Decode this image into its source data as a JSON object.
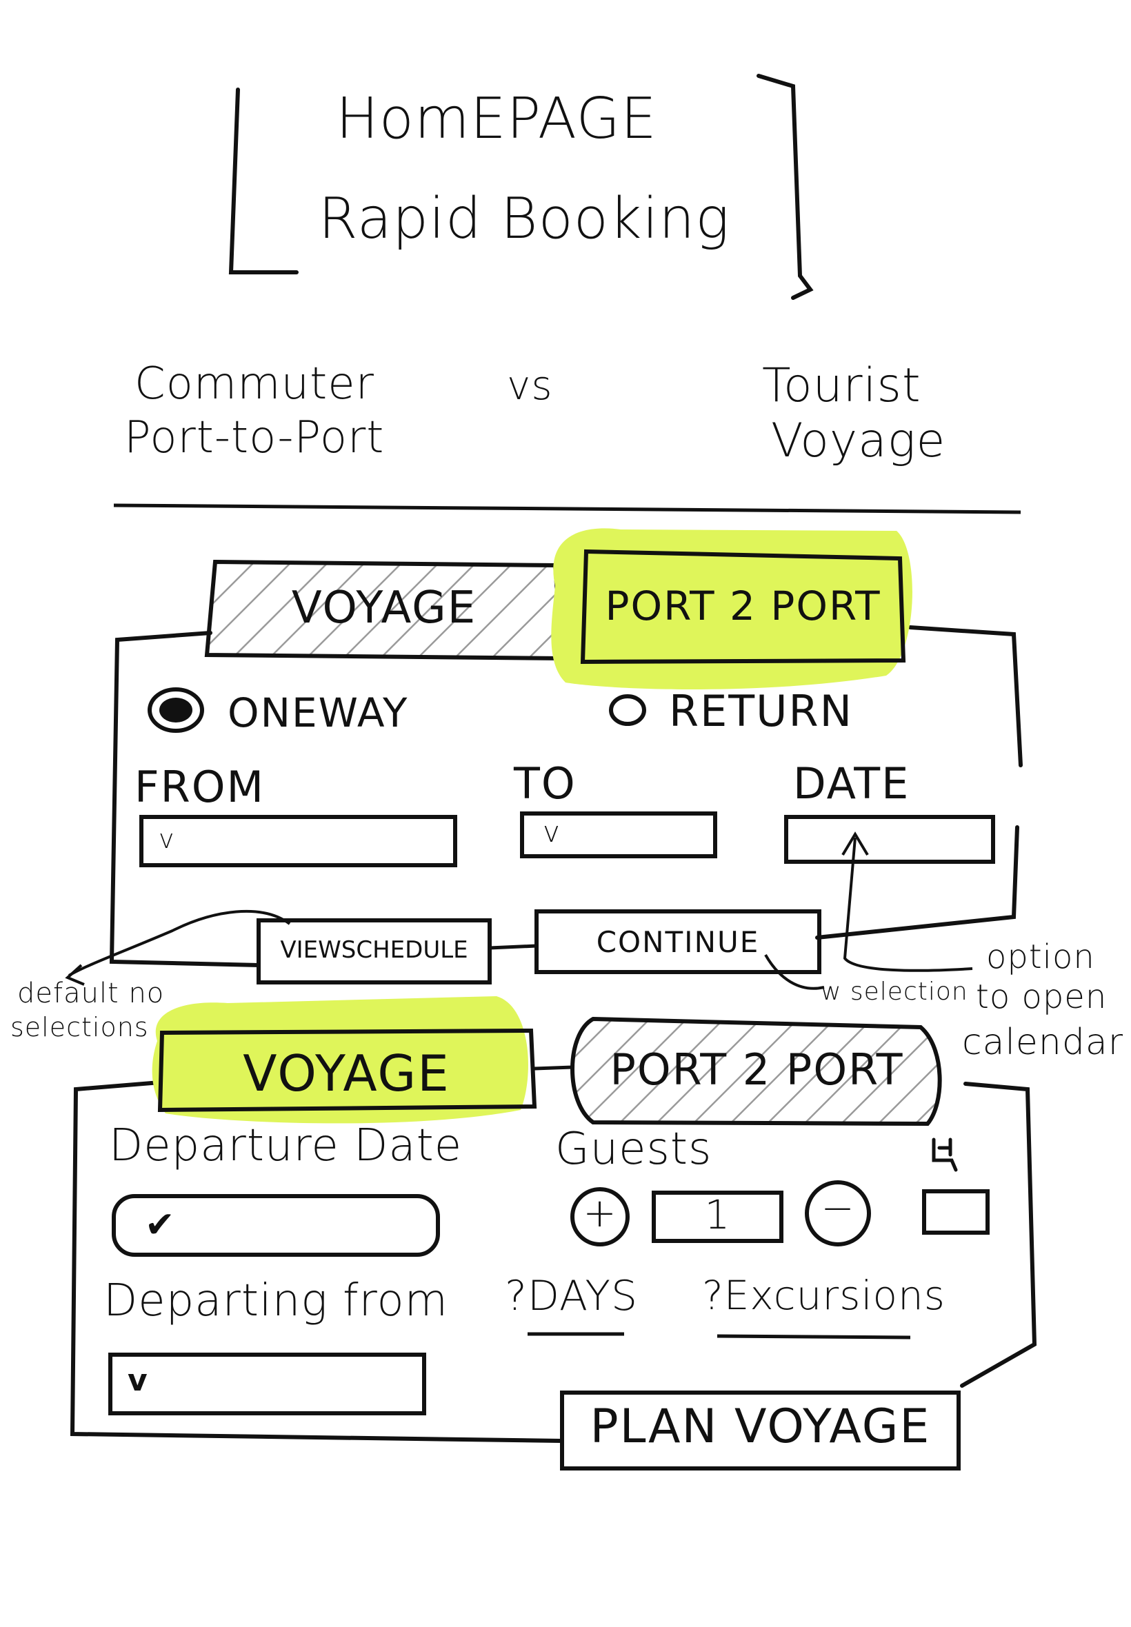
{
  "header": {
    "line1": "HomEPAGE",
    "line2": "Rapid Booking"
  },
  "comparison": {
    "left_line1": "Commuter",
    "left_line2": "Port-to-Port",
    "vs": "vs",
    "right_line1": "Tourist",
    "right_line2": "Voyage"
  },
  "panel1": {
    "tab_voyage": "VOYAGE",
    "tab_port": "PORT 2 PORT",
    "radio_oneway": "ONEWAY",
    "radio_return": "RETURN",
    "from_label": "FROM",
    "to_label": "TO",
    "date_label": "DATE",
    "dropdown_mark": "v",
    "view_schedule": "VIEWSCHEDULE",
    "continue": "CONTINUE"
  },
  "annotations": {
    "default_line1": "default no",
    "default_line2": "selections",
    "w_selection": "w selection",
    "option_line1": "option",
    "option_line2": "to open",
    "option_line3": "calendar"
  },
  "panel2": {
    "tab_voyage": "VOYAGE",
    "tab_port": "PORT 2 PORT",
    "departure_date_label": "Departure Date",
    "guests_label": "Guests",
    "plus": "+",
    "guests_value": "1",
    "minus": "−",
    "accessibility_icon": "wheelchair-icon",
    "departing_from_label": "Departing from",
    "days_label": "?DAYS",
    "excursions_label": "?Excursions",
    "plan_voyage": "PLAN VOYAGE",
    "dropdown_mark": "v"
  },
  "colors": {
    "highlight": "#dff55a",
    "ink": "#111111",
    "hatch": "#9a9a9a"
  }
}
